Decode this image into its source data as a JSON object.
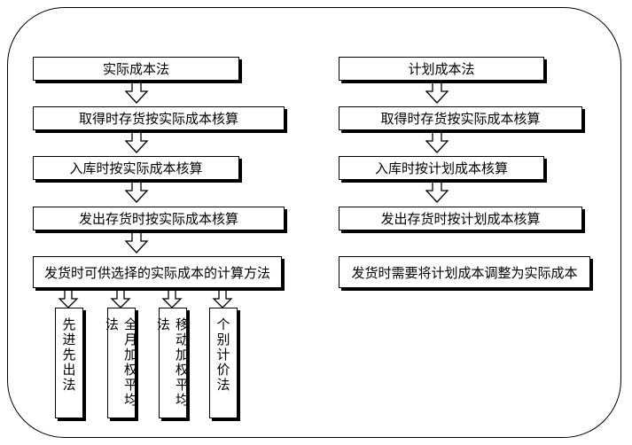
{
  "left_column": {
    "steps": [
      "实际成本法",
      "取得时存货按实际成本核算",
      "入库时按实际成本核算",
      "发出存货时按实际成本核算",
      "发货时可供选择的实际成本的计算方法"
    ],
    "methods": [
      "先进先出法",
      "全月加权平均法",
      "移动加权平均法",
      "个别计价法"
    ]
  },
  "right_column": {
    "steps": [
      "计划成本法",
      "取得时存货按实际成本核算",
      "入库时按计划成本核算",
      "发出存货时按计划成本核算",
      "发货时需要将计划成本调整为实际成本"
    ]
  }
}
